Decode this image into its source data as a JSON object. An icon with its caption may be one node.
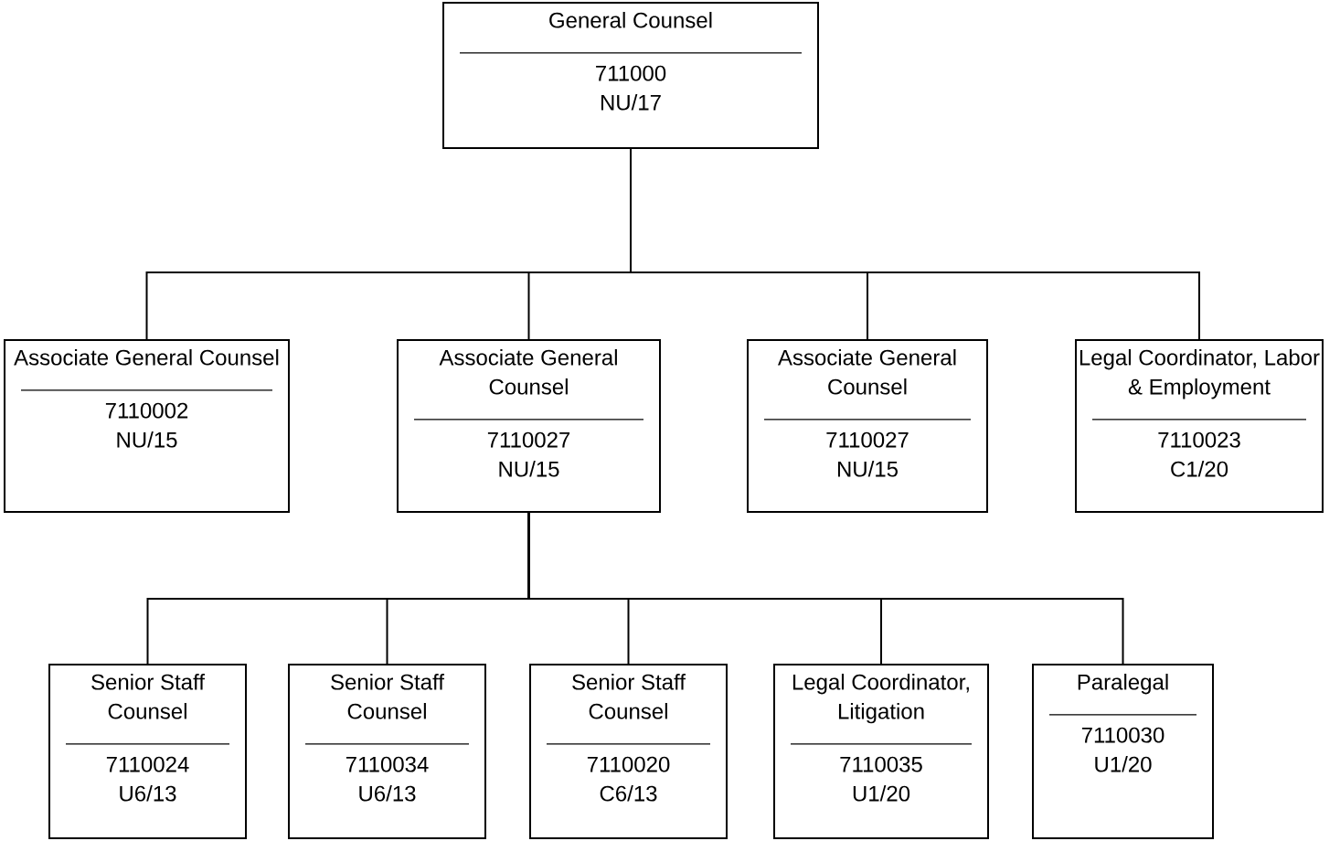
{
  "diagram": {
    "nodes": [
      {
        "text": [
          "General Counsel",
          "711000",
          "NU/17"
        ]
      },
      {
        "text": [
          "Associate General Counsel",
          "7110002",
          "NU/15"
        ]
      },
      {
        "text": [
          "Associate General Counsel",
          "7110027",
          "NU/15"
        ]
      },
      {
        "text": [
          "Associate General Counsel",
          "7110027",
          "NU/15"
        ]
      },
      {
        "text": [
          "Legal Coordinator, Labor & Employment",
          "7110023",
          "C1/20"
        ]
      },
      {
        "text": [
          "Senior Staff Counsel",
          "7110024",
          "U6/13"
        ]
      },
      {
        "text": [
          "Senior Staff Counsel",
          "7110034",
          "U6/13"
        ]
      },
      {
        "text": [
          "Senior Staff Counsel",
          "7110020",
          "C6/13"
        ]
      },
      {
        "text": [
          "Legal Coordinator, Litigation",
          "7110035",
          "U1/20"
        ]
      },
      {
        "text": [
          "Paralegal",
          "7110030",
          "U1/20"
        ]
      }
    ],
    "edges": [
      {
        "from": 0,
        "to": 1,
        "arrow": "none"
      },
      {
        "from": 0,
        "to": 2,
        "arrow": "none"
      },
      {
        "from": 0,
        "to": 3,
        "arrow": "none"
      },
      {
        "from": 0,
        "to": 4,
        "arrow": "none"
      },
      {
        "from": 2,
        "to": 5,
        "arrow": "none"
      },
      {
        "from": 2,
        "to": 6,
        "arrow": "none"
      },
      {
        "from": 2,
        "to": 7,
        "arrow": "none"
      },
      {
        "from": 2,
        "to": 8,
        "arrow": "none"
      },
      {
        "from": 2,
        "to": 9,
        "arrow": "none"
      }
    ]
  }
}
